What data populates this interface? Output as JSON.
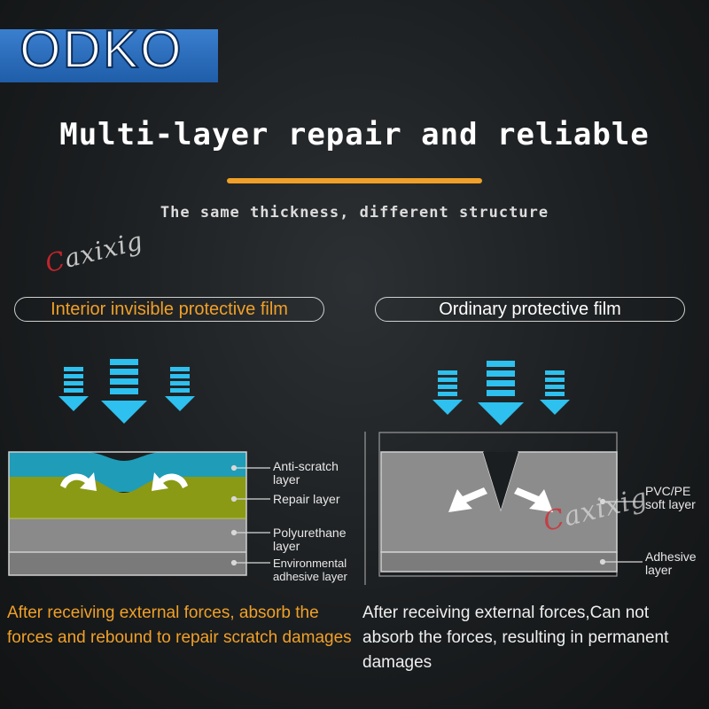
{
  "brand": {
    "logo": "ODKO"
  },
  "header": {
    "title": "Multi-layer repair and reliable",
    "subtitle": "The same thickness, different structure",
    "accent_color": "#f0a028"
  },
  "watermark": {
    "text": "Caxixig"
  },
  "left_panel": {
    "pill": "Interior invisible protective film",
    "layers": [
      {
        "label": "Anti-scratch\nlayer",
        "color": "#1f9cb8"
      },
      {
        "label": "Repair layer",
        "color": "#8a9a14"
      },
      {
        "label": "Polyurethane\nlayer",
        "color": "#8a8a8a"
      },
      {
        "label": "Environmental\nadhesive layer",
        "color": "#7a7a7a"
      }
    ],
    "caption": "After receiving external forces, absorb the forces and rebound to repair scratch damages"
  },
  "right_panel": {
    "pill": "Ordinary protective film",
    "layers": [
      {
        "label": "PVC/PE\nsoft layer",
        "color": "#8c8c8c"
      },
      {
        "label": "Adhesive\nlayer",
        "color": "#7c7c7c"
      }
    ],
    "caption": "After receiving external forces,Can not absorb the forces, resulting in permanent damages"
  },
  "icons": {
    "force_arrow": "down-arrow-icon",
    "rebound_arrow": "curved-arrow-icon",
    "push_arrow": "push-arrow-icon"
  },
  "colors": {
    "arrow_blue": "#2ec0ee",
    "layer_border": "#d0d0d0"
  }
}
